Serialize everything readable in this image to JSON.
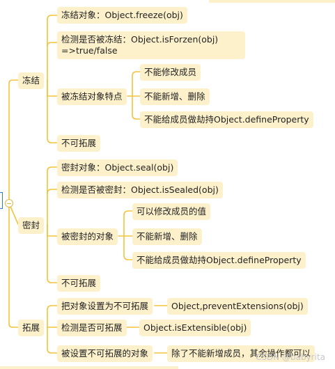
{
  "root": {
    "branches": [
      {
        "label": "冻结",
        "children": [
          {
            "label": "冻结对象：Object.freeze(obj)"
          },
          {
            "label": "检测是否被冻结：Object.isForzen(obj) =>true/false"
          },
          {
            "label": "被冻结对象特点",
            "children": [
              "不能修改成员",
              "不能新增、删除",
              "不能给成员做劫持Object.defineProperty"
            ]
          },
          {
            "label": "不可拓展"
          }
        ]
      },
      {
        "label": "密封",
        "children": [
          {
            "label": "密封对象：Object.seal(obj)"
          },
          {
            "label": "检测是否被密封：Object.isSealed(obj)"
          },
          {
            "label": "被密封的对象",
            "children": [
              "可以修改成员的值",
              "不能新增、删除",
              "不能给成员做劫持Object.defineProperty"
            ]
          },
          {
            "label": "不可拓展"
          }
        ]
      },
      {
        "label": "拓展",
        "children": [
          {
            "label": "把对象设置为不可拓展",
            "children": [
              "Object,preventExtensions(obj)"
            ]
          },
          {
            "label": "检测是否可拓展",
            "children": [
              "Object.isExtensible(obj)"
            ]
          },
          {
            "label": "被设置不可拓展的对象",
            "children": [
              "除了不能新增成员，其余操作都可以"
            ]
          }
        ]
      }
    ]
  },
  "watermark": "CSDN @babyrita",
  "colors": {
    "node_fill": "#fdf1cc",
    "connector": "#f2c33a",
    "root_border": "#2a7bd5"
  }
}
